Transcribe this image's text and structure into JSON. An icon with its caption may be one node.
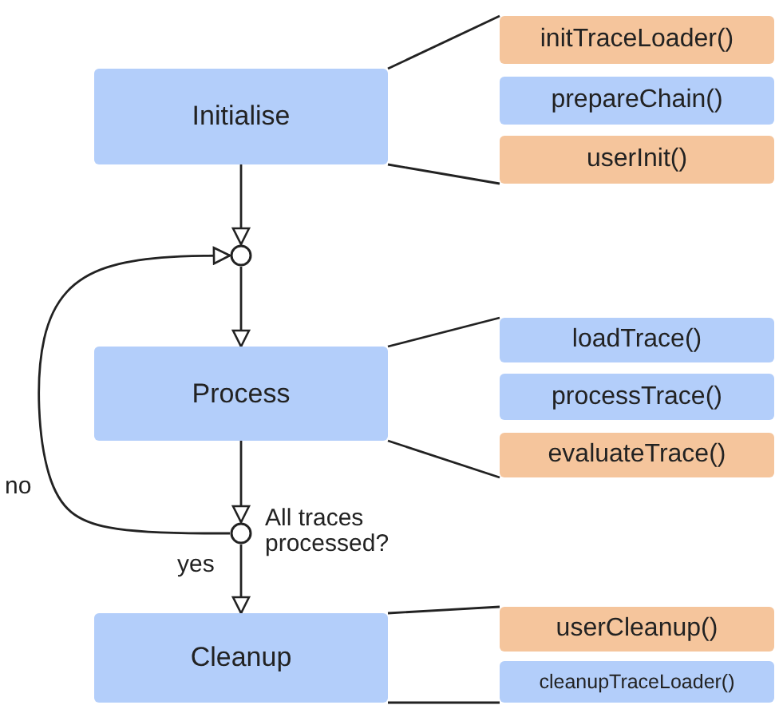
{
  "diagram": {
    "nodes": [
      {
        "text": [
          "Initialise"
        ]
      },
      {
        "text": [
          "initTraceLoader()"
        ]
      },
      {
        "text": [
          "prepareChain()"
        ]
      },
      {
        "text": [
          "userInit()"
        ]
      },
      {
        "text": [],
        "shape": "circle"
      },
      {
        "text": [
          "Process"
        ]
      },
      {
        "text": [
          "loadTrace()"
        ]
      },
      {
        "text": [
          "processTrace()"
        ]
      },
      {
        "text": [
          "evaluateTrace()"
        ]
      },
      {
        "text": [],
        "shape": "circle",
        "beside": [
          "All traces processed?"
        ]
      },
      {
        "text": [
          "Cleanup"
        ]
      },
      {
        "text": [
          "userCleanup()"
        ]
      },
      {
        "text": [
          "cleanupTraceLoader()"
        ]
      }
    ],
    "edges": [
      {
        "from": 0,
        "to": 4,
        "arrow": "to"
      },
      {
        "from": 4,
        "to": 5,
        "arrow": "to"
      },
      {
        "from": 5,
        "to": 9,
        "arrow": "to"
      },
      {
        "from": 9,
        "to": 4,
        "arrow": "to",
        "label": "no"
      },
      {
        "from": 9,
        "to": 10,
        "arrow": "to",
        "label": "yes"
      },
      {
        "from": 0,
        "to": 1,
        "arrow": "none"
      },
      {
        "from": 0,
        "to": 3,
        "arrow": "none"
      },
      {
        "from": 5,
        "to": 6,
        "arrow": "none"
      },
      {
        "from": 5,
        "to": 8,
        "arrow": "none"
      },
      {
        "from": 10,
        "to": 11,
        "arrow": "none"
      },
      {
        "from": 10,
        "to": 12,
        "arrow": "none"
      }
    ]
  }
}
